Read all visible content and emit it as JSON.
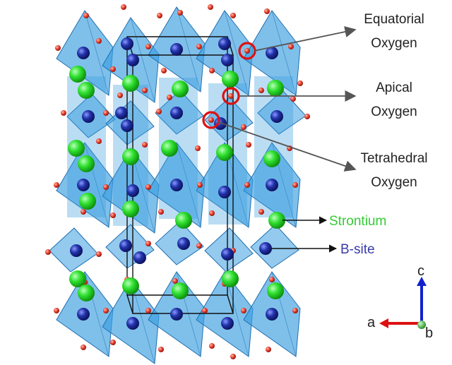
{
  "labels": {
    "equatorial_line1": "Equatorial",
    "equatorial_line2": "Oxygen",
    "apical_line1": "Apical",
    "apical_line2": "Oxygen",
    "tetrahedral_line1": "Tetrahedral",
    "tetrahedral_line2": "Oxygen",
    "strontium": "Strontium",
    "bsite": "B-site"
  },
  "axes": {
    "a": "a",
    "b": "b",
    "c": "c"
  },
  "colors": {
    "polyhedron": "#3a9ee0",
    "polyhedron_edge": "#1f6fb0",
    "strontium": "#22dd22",
    "bsite": "#1a2a9a",
    "oxygen": "#e03a2a",
    "highlight": "#e01010",
    "strontium_text": "#33cc33",
    "bsite_text": "#3a3aa8",
    "axis_a": "#dd1111",
    "axis_b": "#22aa22",
    "axis_c": "#1122cc"
  }
}
